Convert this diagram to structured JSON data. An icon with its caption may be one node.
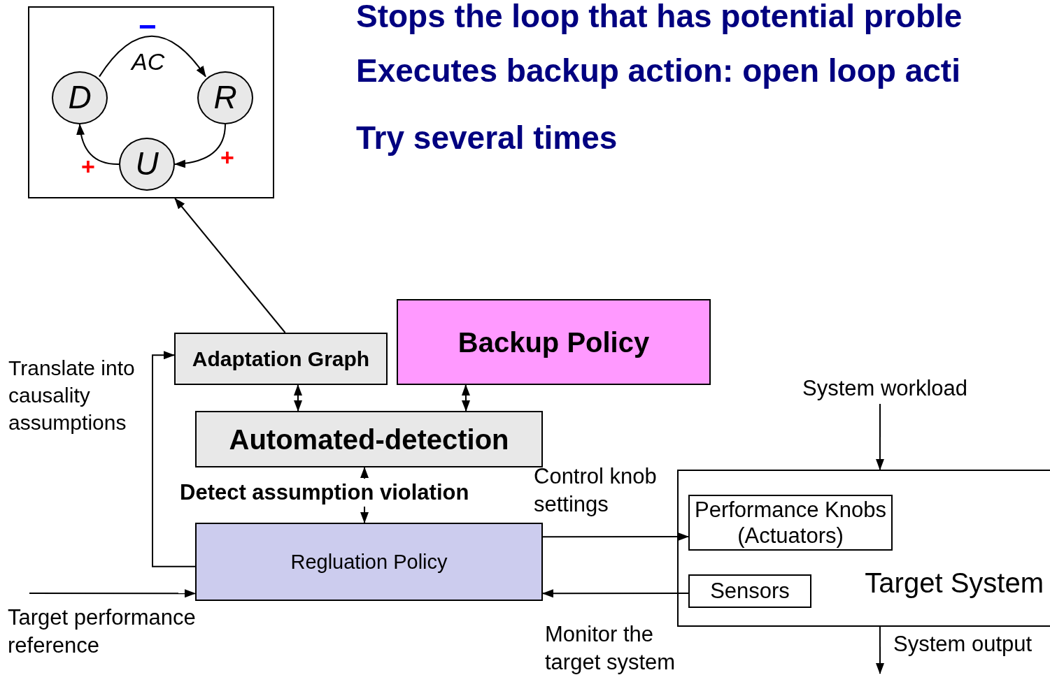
{
  "diagram": {
    "nodes": [
      {
        "text": [],
        "shape": "box"
      },
      {
        "text": [
          "D"
        ],
        "in": 0
      },
      {
        "text": [
          "R"
        ],
        "in": 0
      },
      {
        "text": [
          "U"
        ],
        "in": 0
      },
      {
        "text": [
          "Adaptation Graph"
        ]
      },
      {
        "text": [
          "Backup Policy"
        ]
      },
      {
        "text": [
          "Automated-detection"
        ]
      },
      {
        "text": [
          "Regluation Policy"
        ]
      },
      {
        "text": [
          "Target System"
        ]
      },
      {
        "text": [
          "Performance Knobs (Actuators)"
        ],
        "in": 8
      },
      {
        "text": [
          "Sensors"
        ],
        "in": 8
      }
    ],
    "edges": [
      {
        "from": 1,
        "to": 2,
        "arrow": "to",
        "label": "AC"
      },
      {
        "from": 2,
        "to": 3,
        "arrow": "to"
      },
      {
        "from": 3,
        "to": 1,
        "arrow": "to"
      },
      {
        "from": 4,
        "to": 0,
        "arrow": "to"
      },
      {
        "from": 4,
        "to": 6,
        "arrow": "both"
      },
      {
        "from": 5,
        "to": 6,
        "arrow": "both"
      },
      {
        "from": 6,
        "to": 7,
        "arrow": "both",
        "label": "Detect assumption violation"
      },
      {
        "from": 7,
        "to": 4,
        "arrow": "to",
        "label": "Translate into causality assumptions"
      },
      {
        "from": 7,
        "to": 9,
        "arrow": "to",
        "label": "Control knob settings"
      },
      {
        "from": 10,
        "to": 7,
        "arrow": "to",
        "label": "Monitor the target system"
      },
      {
        "from": null,
        "to": 7,
        "arrow": "to",
        "label": "Target performance reference"
      },
      {
        "from": null,
        "to": 8,
        "arrow": "to",
        "label": "System workload"
      },
      {
        "from": 8,
        "to": null,
        "arrow": "to",
        "label": "System output"
      }
    ],
    "labels": [
      "Stops the loop that has potential proble",
      "Executes backup action: open loop acti",
      "Try several times",
      "−",
      "+",
      "+"
    ]
  }
}
